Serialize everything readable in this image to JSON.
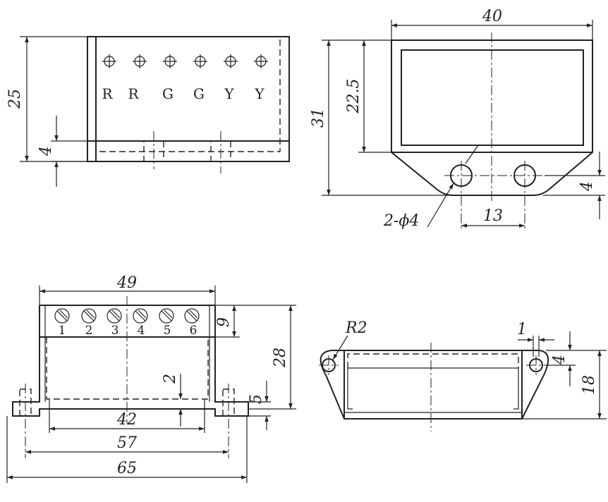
{
  "front_view": {
    "terminal_labels": [
      "R",
      "R",
      "G",
      "G",
      "Y",
      "Y"
    ],
    "dim_height": "25",
    "dim_base": "4"
  },
  "side_view": {
    "dim_width": "40",
    "dim_total_height": "31",
    "dim_inner_height": "22.5",
    "dim_tab": "4",
    "dim_hole_spacing": "13",
    "hole_callout": "2-ϕ4"
  },
  "top_view": {
    "terminal_numbers": [
      "1",
      "2",
      "3",
      "4",
      "5",
      "6"
    ],
    "dim_width_top": "49",
    "dim_terminal_height": "9",
    "dim_height": "28",
    "dim_wall": "2",
    "dim_flange": "5",
    "dim_inner": "42",
    "dim_hole_spacing": "57",
    "dim_overall": "65"
  },
  "end_view": {
    "dim_radius": "R2",
    "dim_1": "1",
    "dim_4": "4",
    "dim_height": "18"
  }
}
